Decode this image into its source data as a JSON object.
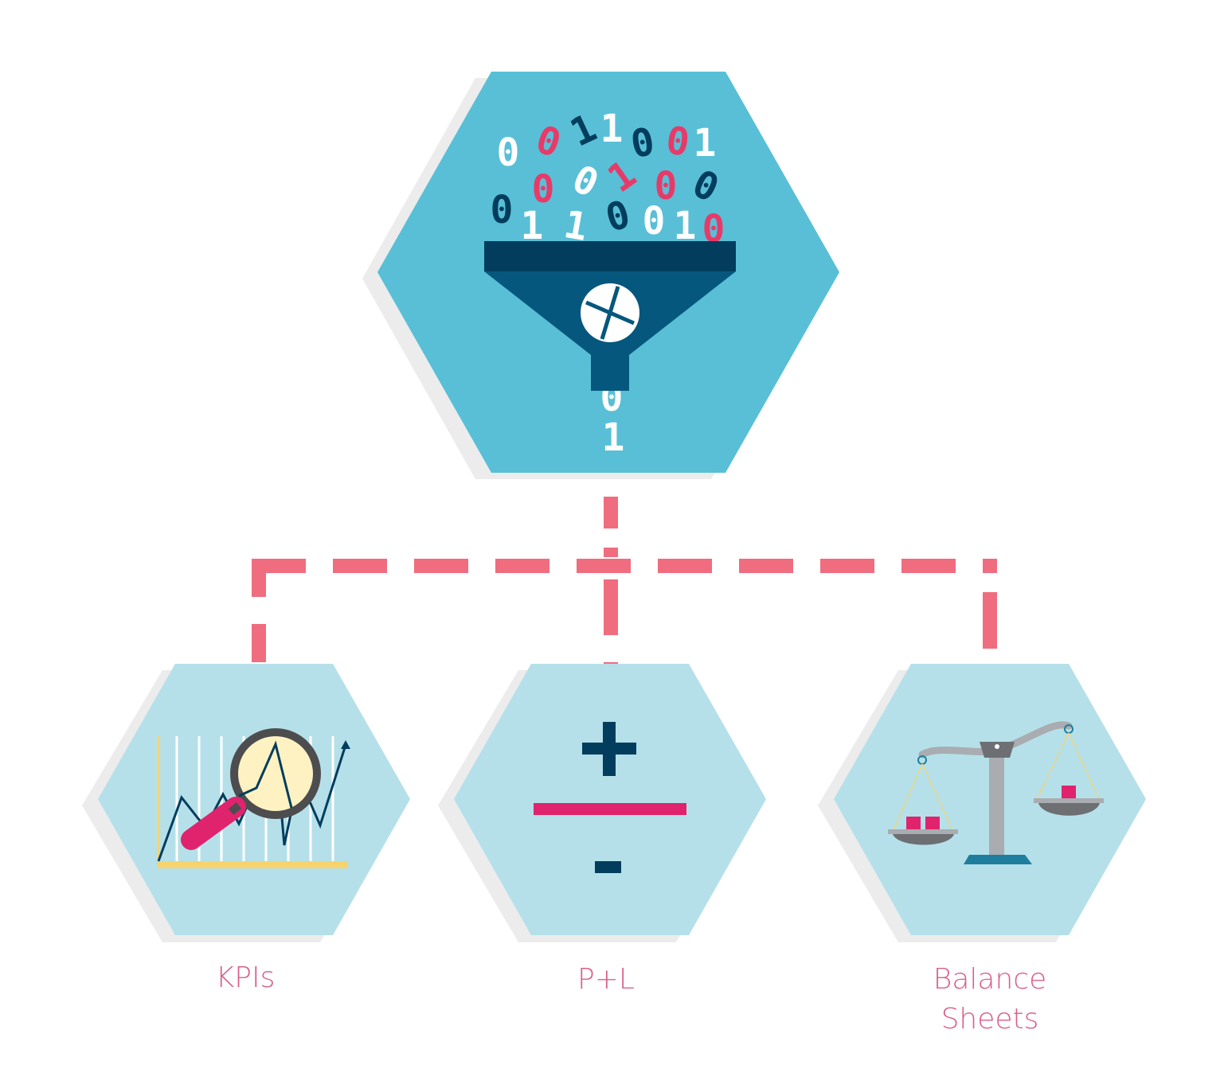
{
  "colors": {
    "hex_top": "#58bfd6",
    "hex_child": "#b5e0e9",
    "hex_shadow": "#ececec",
    "connector": "#ef6d7f",
    "label": "#d95f8d",
    "navy": "#033d5e",
    "navy_mid": "#06577d",
    "pink": "#e0236d",
    "white": "#ffffff",
    "yellow": "#f7d36d",
    "gray": "#a9acb0",
    "teal": "#1f7e9e"
  },
  "top_node": {
    "icon": "data-funnel-icon",
    "binary_digits": [
      "0",
      "0",
      "1",
      "1",
      "0",
      "0",
      "1",
      "0",
      "0",
      "1",
      "0",
      "0",
      "0",
      "1",
      "1",
      "0",
      "0",
      "1",
      "0",
      "0",
      "1"
    ]
  },
  "nodes": [
    {
      "id": "kpis",
      "icon": "kpi-chart-magnifier-icon",
      "label_lines": [
        "KPIs"
      ]
    },
    {
      "id": "pl",
      "icon": "plus-minus-icon",
      "label_lines": [
        "P+L"
      ]
    },
    {
      "id": "balance",
      "icon": "balance-scale-icon",
      "label_lines": [
        "Balance",
        "Sheets"
      ]
    }
  ]
}
